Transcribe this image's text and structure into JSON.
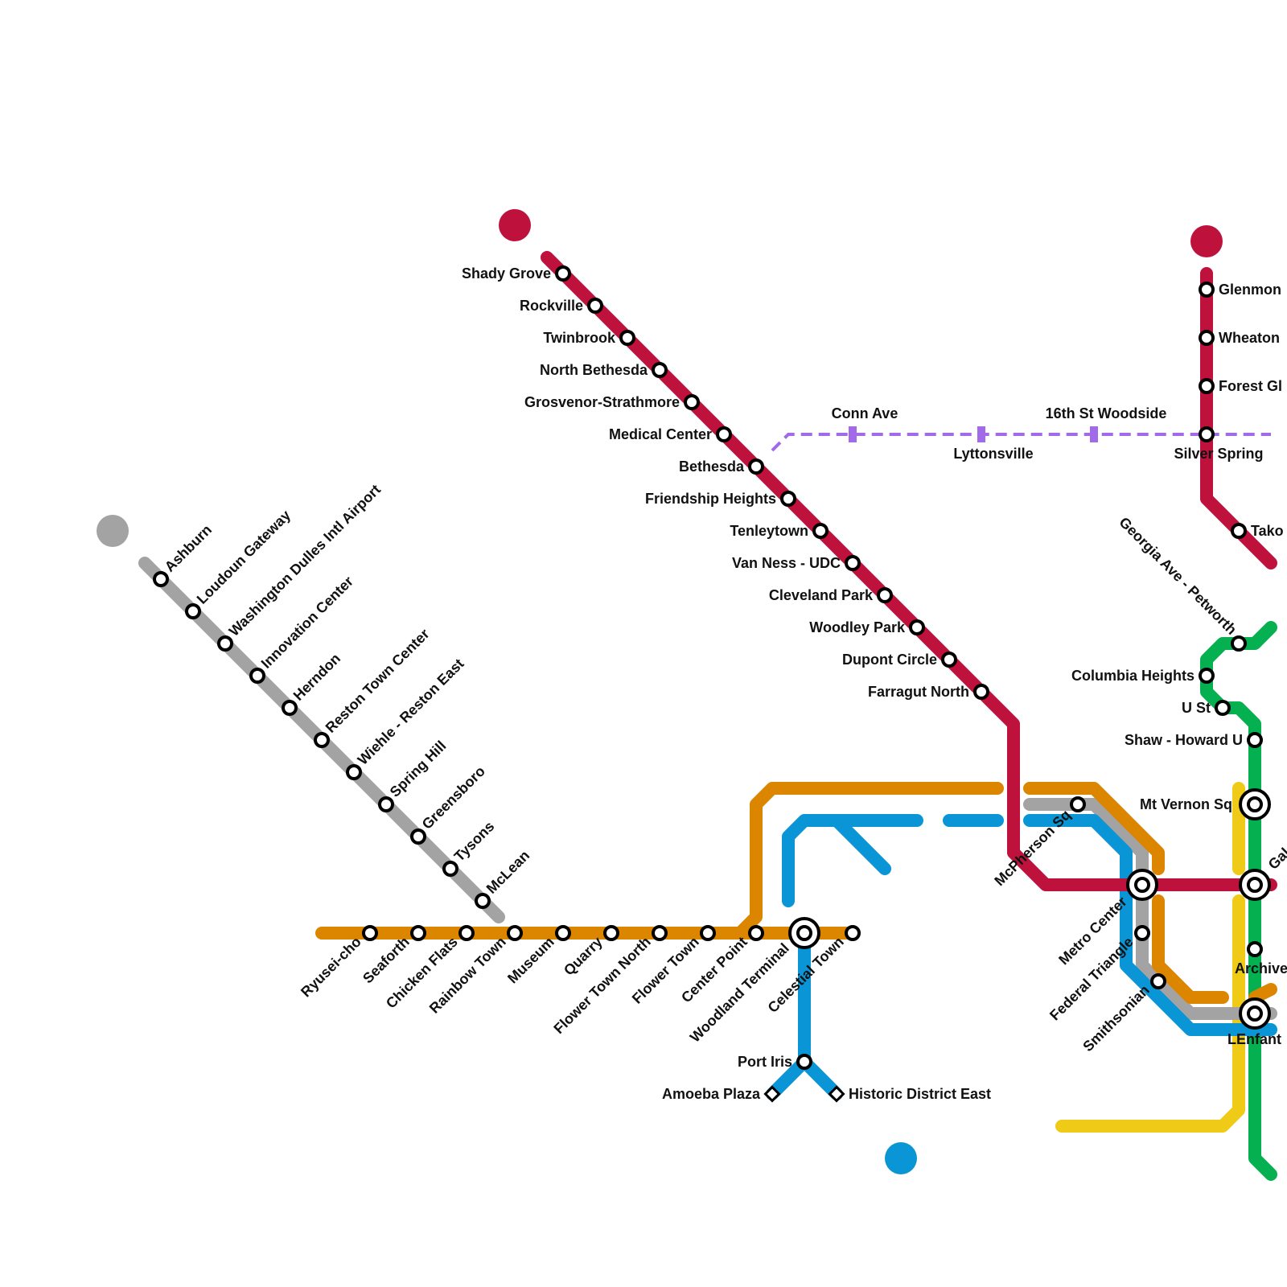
{
  "colors": {
    "red": "#BE123C",
    "silver": "#A3A3A3",
    "orange": "#DC8600",
    "blue": "#0A95D6",
    "green": "#05B050",
    "yellow": "#EFCB18",
    "purple": "#A06AE8"
  },
  "stations": {
    "shady_grove": "Shady Grove",
    "rockville": "Rockville",
    "twinbrook": "Twinbrook",
    "north_bethesda": "North Bethesda",
    "grosvenor": "Grosvenor-Strathmore",
    "medical_center": "Medical Center",
    "bethesda": "Bethesda",
    "friendship_heights": "Friendship Heights",
    "tenleytown": "Tenleytown",
    "van_ness": "Van Ness - UDC",
    "cleveland_park": "Cleveland Park",
    "woodley_park": "Woodley Park",
    "dupont_circle": "Dupont Circle",
    "farragut_north": "Farragut North",
    "glenmont": "Glenmon",
    "wheaton": "Wheaton",
    "forest_glen": "Forest Gl",
    "silver_spring": "Silver Spring",
    "takoma": "Tako",
    "conn_ave": "Conn Ave",
    "lyttonsville": "Lyttonsville",
    "woodside": "16th St Woodside",
    "ashburn": "Ashburn",
    "loudoun": "Loudoun Gateway",
    "dulles": "Washington Dulles Intl Airport",
    "innovation": "Innovation Center",
    "herndon": "Herndon",
    "reston": "Reston Town Center",
    "wiehle": "Wiehle - Reston East",
    "spring_hill": "Spring Hill",
    "greensboro": "Greensboro",
    "tysons": "Tysons",
    "mclean": "McLean",
    "ryusei": "Ryusei-cho",
    "seaforth": "Seaforth",
    "chicken_flats": "Chicken Flats",
    "rainbow_town": "Rainbow Town",
    "museum": "Museum",
    "quarry": "Quarry",
    "flower_town_north": "Flower Town North",
    "flower_town": "Flower Town",
    "center_point": "Center Point",
    "woodland_terminal": "Woodland Terminal",
    "celestial_town": "Celestial Town",
    "port_iris": "Port Iris",
    "amoeba_plaza": "Amoeba Plaza",
    "historic_district_east": "Historic District East",
    "georgia_ave": "Georgia Ave - Petworth",
    "columbia_heights": "Columbia Heights",
    "u_st": "U St",
    "shaw": "Shaw - Howard U",
    "mt_vernon": "Mt Vernon Sq",
    "gallery": "Gal",
    "archives": "Archive",
    "lenfant": "LEnfant",
    "mcpherson": "McPherson Sq",
    "metro_center": "Metro Center",
    "federal_triangle": "Federal Triangle",
    "smithsonian": "Smithsonian"
  }
}
